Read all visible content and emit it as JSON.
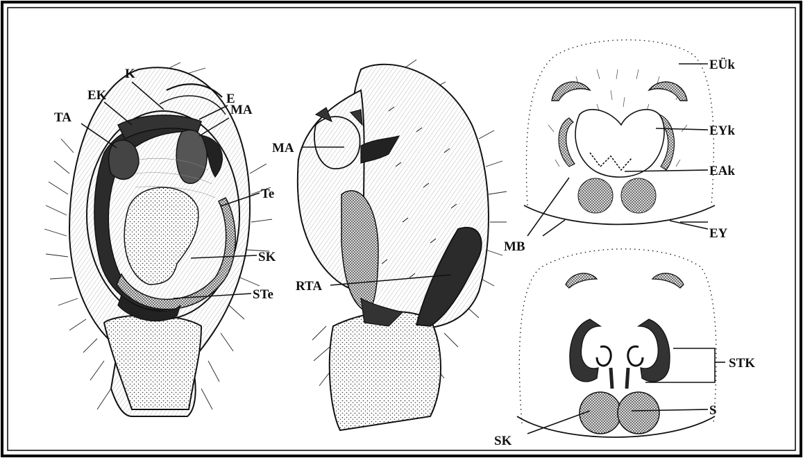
{
  "figure": {
    "labels": {
      "k": "K",
      "e": "E",
      "ek": "EK",
      "ta": "TA",
      "ma_left": "MA",
      "te": "Te",
      "sk_left": "SK",
      "ste": "STe",
      "ma_mid": "MA",
      "rta": "RTA",
      "euk": "EÜk",
      "eyk": "EYk",
      "eak": "EAk",
      "mb": "MB",
      "ey": "EY",
      "stk": "STK",
      "s": "S",
      "sk_right": "SK"
    },
    "colors": {
      "ink": "#111111",
      "paper": "#ffffff",
      "dark_fill": "#2a2a2a",
      "mid_fill": "#777777"
    }
  }
}
